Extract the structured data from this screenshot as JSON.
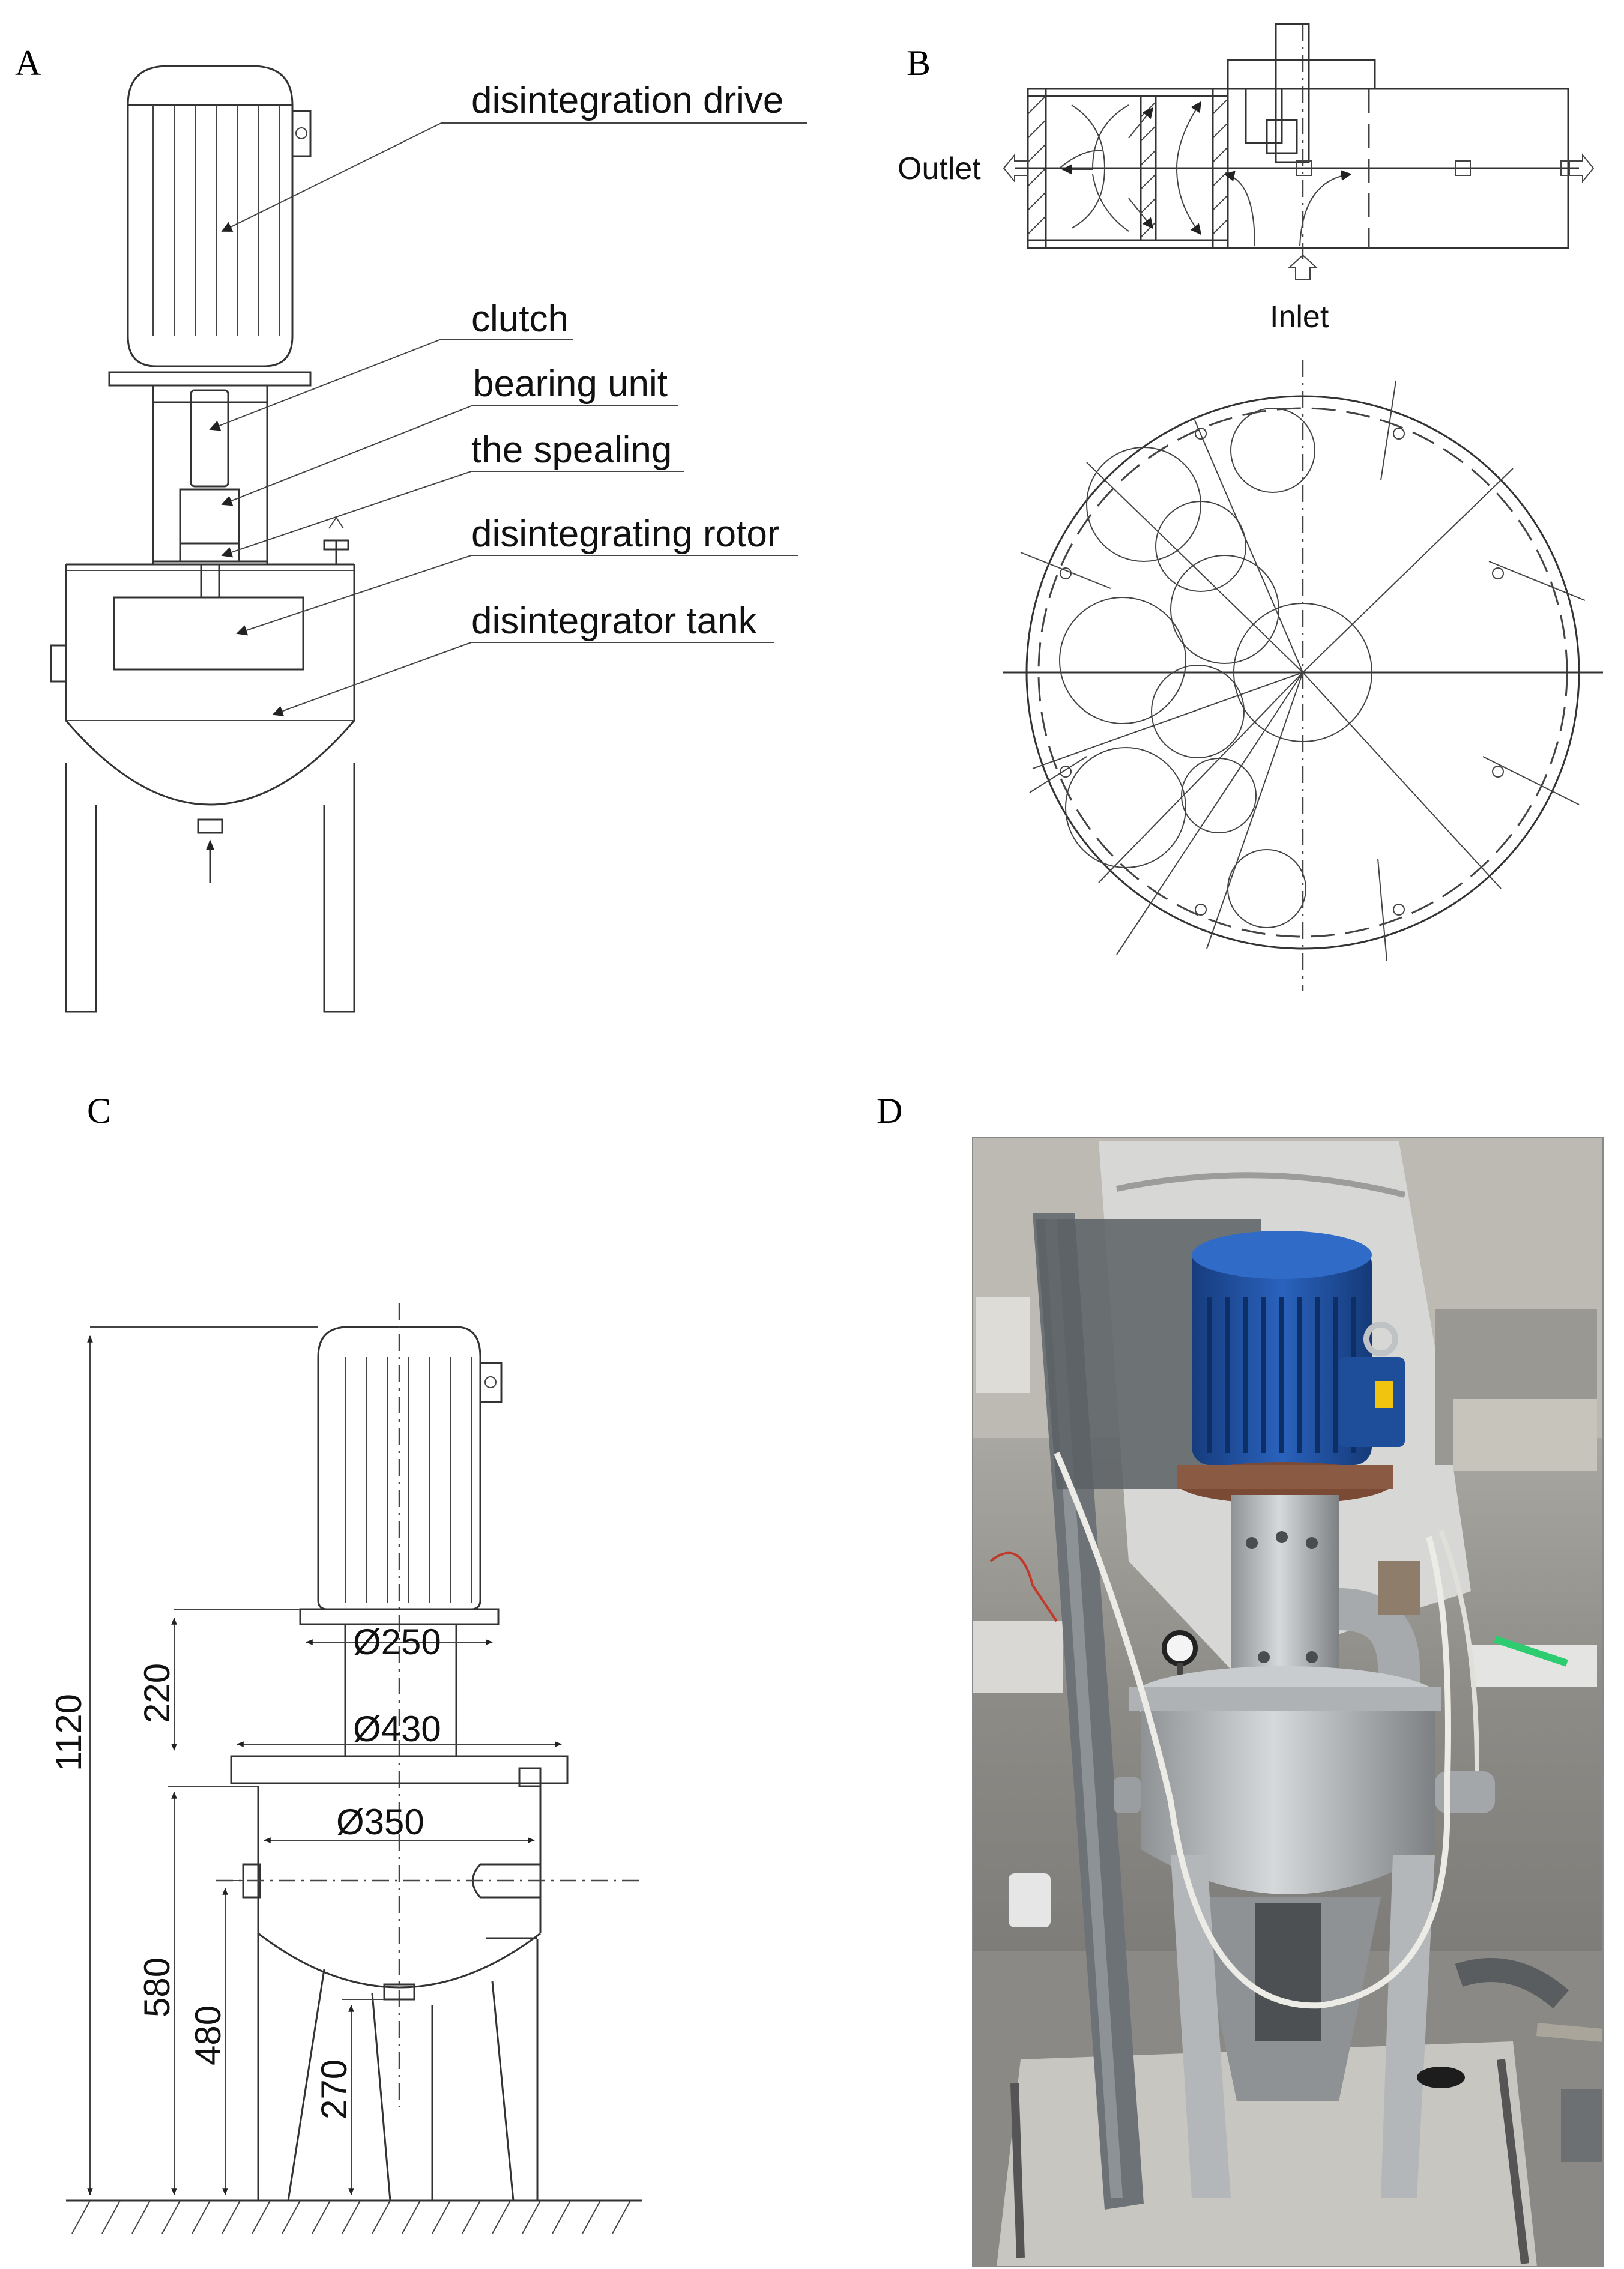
{
  "panels": {
    "a": {
      "label": "A"
    },
    "b": {
      "label": "B"
    },
    "c": {
      "label": "C"
    },
    "d": {
      "label": "D"
    }
  },
  "panel_a": {
    "callouts": [
      {
        "key": "drive",
        "text": "disintegration drive"
      },
      {
        "key": "clutch",
        "text": "clutch"
      },
      {
        "key": "bearing",
        "text": "bearing unit"
      },
      {
        "key": "sealing",
        "text": "the spealing"
      },
      {
        "key": "rotor",
        "text": "disintegrating rotor"
      },
      {
        "key": "tank",
        "text": "disintegrator tank"
      }
    ]
  },
  "panel_b": {
    "outlet_label": "Outlet",
    "inlet_label": "Inlet"
  },
  "panel_c": {
    "dimensions": {
      "d250": "Ø250",
      "d430": "Ø430",
      "d350": "Ø350",
      "h1120": "1120",
      "h220": "220",
      "h580": "580",
      "h480": "480",
      "h270": "270"
    }
  },
  "panel_d": {
    "photo_description_icon": "disintegrator-photo"
  },
  "colors": {
    "motor_blue": "#1f4f9e",
    "galvanized": "#b9bcbf",
    "floor": "#c8c6c1"
  }
}
